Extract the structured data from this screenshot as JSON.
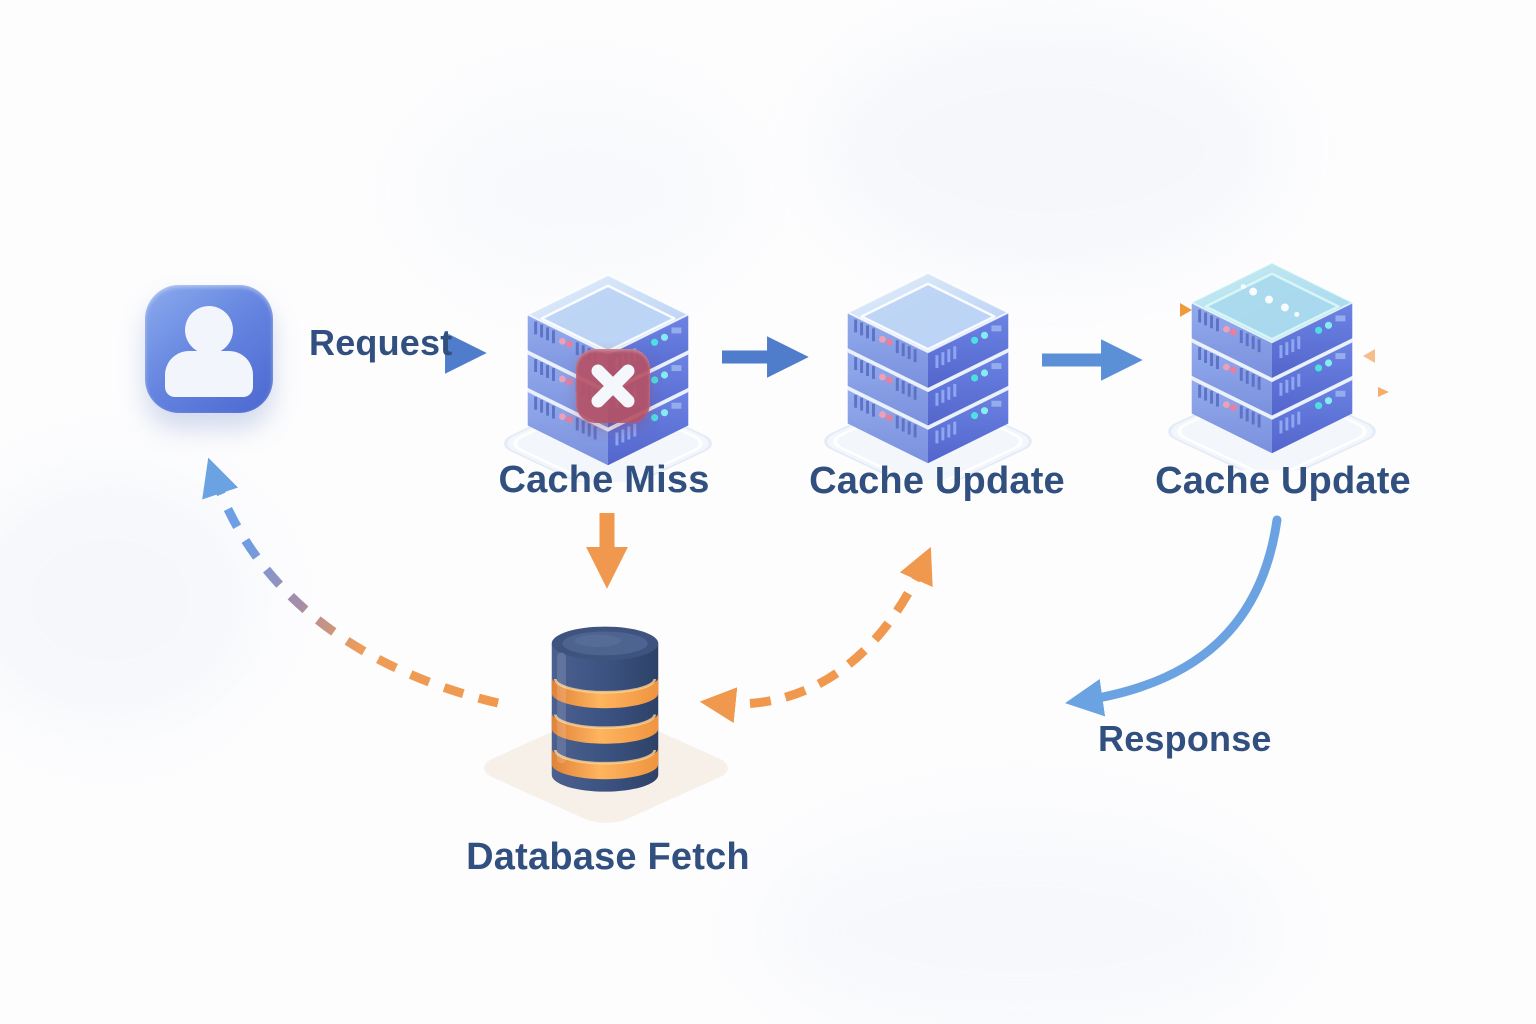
{
  "diagram": {
    "nodes": [
      {
        "id": "user",
        "type": "user-icon",
        "label": ""
      },
      {
        "id": "cache-miss",
        "type": "server-stack",
        "label": "Cache Miss",
        "status": "error"
      },
      {
        "id": "cache-update-1",
        "type": "server-stack",
        "label": "Cache Update",
        "status": "ok"
      },
      {
        "id": "cache-update-2",
        "type": "server-stack",
        "label": "Cache Update",
        "status": "ok"
      },
      {
        "id": "database",
        "type": "database-cylinder",
        "label": "Database Fetch"
      }
    ],
    "edges": [
      {
        "from": "user",
        "to": "cache-miss",
        "label": "Request",
        "style": "solid-blue-horizontal"
      },
      {
        "from": "cache-miss",
        "to": "cache-update-1",
        "label": "",
        "style": "solid-blue-horizontal"
      },
      {
        "from": "cache-update-1",
        "to": "cache-update-2",
        "label": "",
        "style": "solid-blue-horizontal"
      },
      {
        "from": "cache-miss",
        "to": "database",
        "label": "",
        "style": "solid-orange-down"
      },
      {
        "from": "database",
        "to": "cache-update-1",
        "label": "",
        "style": "dashed-orange-curve",
        "bidirectional": true
      },
      {
        "from": "cache-update-2",
        "to": "user-side",
        "label": "Response",
        "style": "solid-blue-curve"
      },
      {
        "from": "database",
        "to": "user",
        "label": "",
        "style": "dashed-orange-to-blue-curve"
      }
    ],
    "icons": [
      "user-icon",
      "server-stack-icon",
      "error-x-icon",
      "database-icon"
    ],
    "colors": {
      "background": "#fdfdfe",
      "label_text": "#31507f",
      "blue_arrow": "#4f7ccb",
      "light_blue_arrow": "#6ba3e2",
      "orange_arrow": "#f0994e",
      "user_icon_gradient_start": "#8cabee",
      "user_icon_gradient_end": "#4b67d0",
      "error_badge": "#b55165",
      "server_top": "#d8e8fa",
      "server_left": "#8ba6e8",
      "server_right": "#5f77d6",
      "server_led_teal": "#4de0e0",
      "db_body": "#3c5382",
      "db_ring": "#f5a04a"
    }
  }
}
